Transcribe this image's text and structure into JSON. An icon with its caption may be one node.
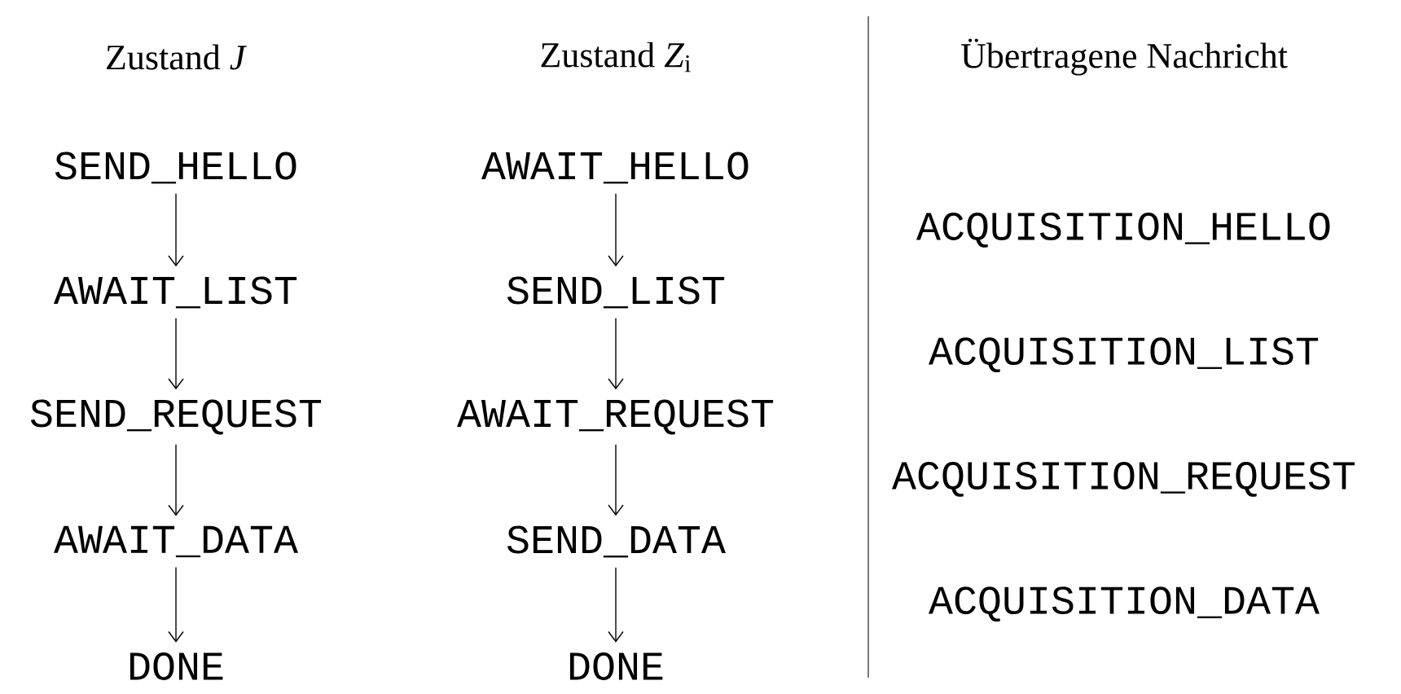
{
  "diagram": {
    "nodes": [
      {
        "text": [
          "SEND_HELLO"
        ]
      },
      {
        "text": [
          "AWAIT_LIST"
        ]
      },
      {
        "text": [
          "SEND_REQUEST"
        ]
      },
      {
        "text": [
          "AWAIT_DATA"
        ]
      },
      {
        "text": [
          "DONE"
        ]
      },
      {
        "text": [
          "AWAIT_HELLO"
        ]
      },
      {
        "text": [
          "SEND_LIST"
        ]
      },
      {
        "text": [
          "AWAIT_REQUEST"
        ]
      },
      {
        "text": [
          "SEND_DATA"
        ]
      },
      {
        "text": [
          "DONE"
        ]
      }
    ],
    "edges": [
      {
        "from": 0,
        "to": 1,
        "arrow": "to"
      },
      {
        "from": 1,
        "to": 2,
        "arrow": "to"
      },
      {
        "from": 2,
        "to": 3,
        "arrow": "to"
      },
      {
        "from": 3,
        "to": 4,
        "arrow": "to"
      },
      {
        "from": 5,
        "to": 6,
        "arrow": "to"
      },
      {
        "from": 6,
        "to": 7,
        "arrow": "to"
      },
      {
        "from": 7,
        "to": 8,
        "arrow": "to"
      },
      {
        "from": 8,
        "to": 9,
        "arrow": "to"
      }
    ],
    "labels": [
      "Zustand *J*",
      "Zustand *Z*$_{i}$",
      "Übertragene Nachricht",
      "ACQUISITION_HELLO",
      "ACQUISITION_LIST",
      "ACQUISITION_REQUEST",
      "ACQUISITION_DATA"
    ]
  }
}
